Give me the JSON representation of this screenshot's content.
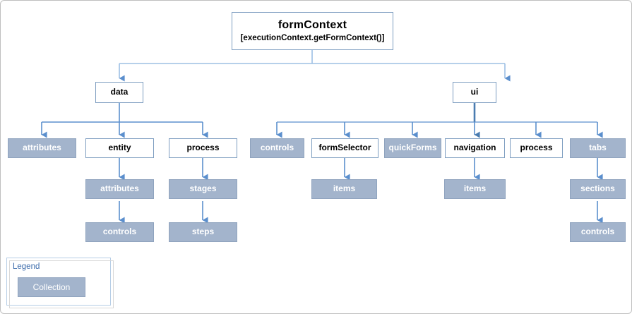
{
  "diagram": {
    "title_node": {
      "label": "formContext",
      "sublabel": "[executionContext.getFormContext()]"
    },
    "level2": [
      {
        "label": "data",
        "style": "white"
      },
      {
        "label": "ui",
        "style": "white"
      }
    ],
    "data_children": [
      {
        "label": "attributes",
        "style": "collection"
      },
      {
        "label": "entity",
        "style": "white"
      },
      {
        "label": "process",
        "style": "white"
      }
    ],
    "entity_chain": [
      {
        "label": "attributes",
        "style": "collection"
      },
      {
        "label": "controls",
        "style": "collection"
      }
    ],
    "process_chain": [
      {
        "label": "stages",
        "style": "collection"
      },
      {
        "label": "steps",
        "style": "collection"
      }
    ],
    "ui_children": [
      {
        "label": "controls",
        "style": "collection"
      },
      {
        "label": "formSelector",
        "style": "white"
      },
      {
        "label": "quickForms",
        "style": "collection"
      },
      {
        "label": "navigation",
        "style": "white"
      },
      {
        "label": "process",
        "style": "white"
      },
      {
        "label": "tabs",
        "style": "collection"
      }
    ],
    "formselector_chain": [
      {
        "label": "items",
        "style": "collection"
      }
    ],
    "navigation_chain": [
      {
        "label": "items",
        "style": "collection"
      }
    ],
    "tabs_chain": [
      {
        "label": "sections",
        "style": "collection"
      },
      {
        "label": "controls",
        "style": "collection"
      }
    ]
  },
  "legend": {
    "title": "Legend",
    "swatch_label": "Collection"
  },
  "colors": {
    "collection_fill": "#a3b4cc",
    "collection_border": "#8fa3be",
    "node_border": "#7d9dc0",
    "connector": "#5b8fcd",
    "connector_light": "#9dc0e4",
    "trunk_dark": "#3f6fa3",
    "legend_border": "#b6cde6",
    "legend_title": "#3f6eac",
    "canvas_border": "#bfbfbf"
  }
}
